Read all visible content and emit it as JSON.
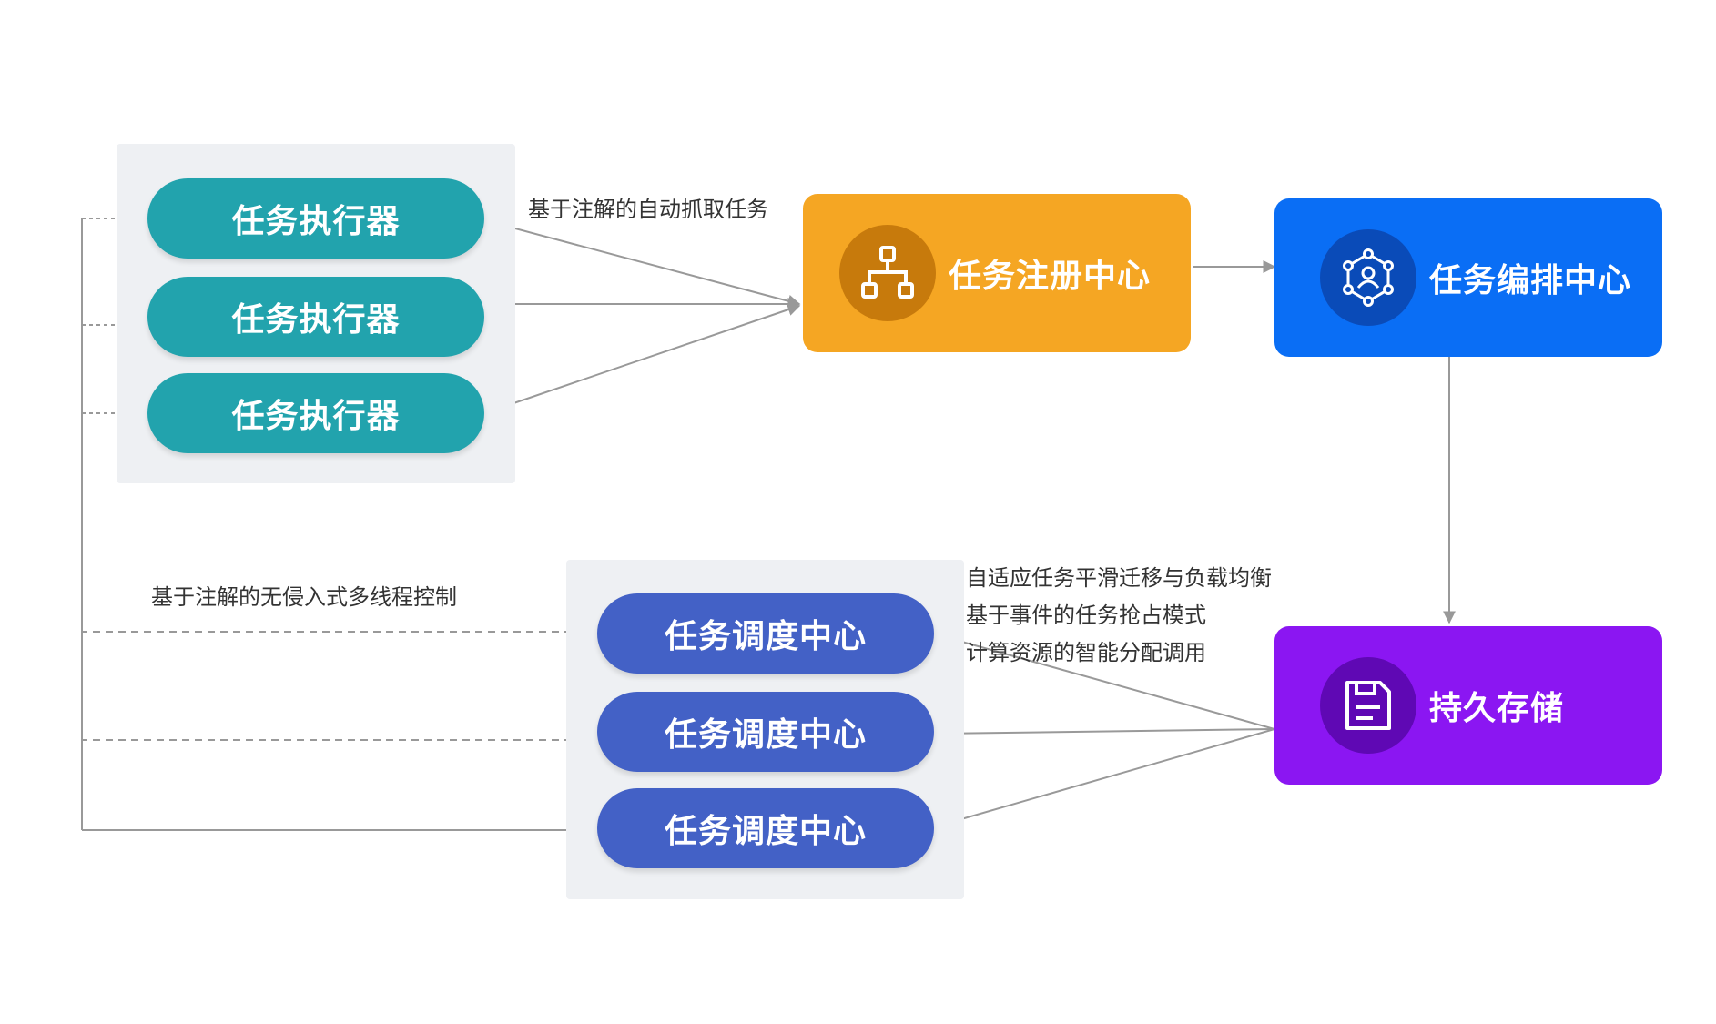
{
  "colors": {
    "executor": "#22a3ad",
    "scheduler": "#4361c6",
    "registry": "#f5a623",
    "orchestration": "#0a6ef5",
    "storage": "#8b16f2",
    "group_bg": "#eef0f3",
    "connector": "#999999"
  },
  "executors": [
    {
      "label": "任务执行器"
    },
    {
      "label": "任务执行器"
    },
    {
      "label": "任务执行器"
    }
  ],
  "schedulers": [
    {
      "label": "任务调度中心"
    },
    {
      "label": "任务调度中心"
    },
    {
      "label": "任务调度中心"
    }
  ],
  "registry": {
    "label": "任务注册中心",
    "icon": "hierarchy-icon"
  },
  "orchestration": {
    "label": "任务编排中心",
    "icon": "network-user-icon"
  },
  "storage": {
    "label": "持久存储",
    "icon": "floppy-disk-icon"
  },
  "edge_labels": {
    "auto_fetch": "基于注解的自动抓取任务",
    "thread_control": "基于注解的无侵入式多线程控制",
    "storage_features": [
      "自适应任务平滑迁移与负载均衡",
      "基于事件的任务抢占模式",
      "计算资源的智能分配调用"
    ]
  }
}
